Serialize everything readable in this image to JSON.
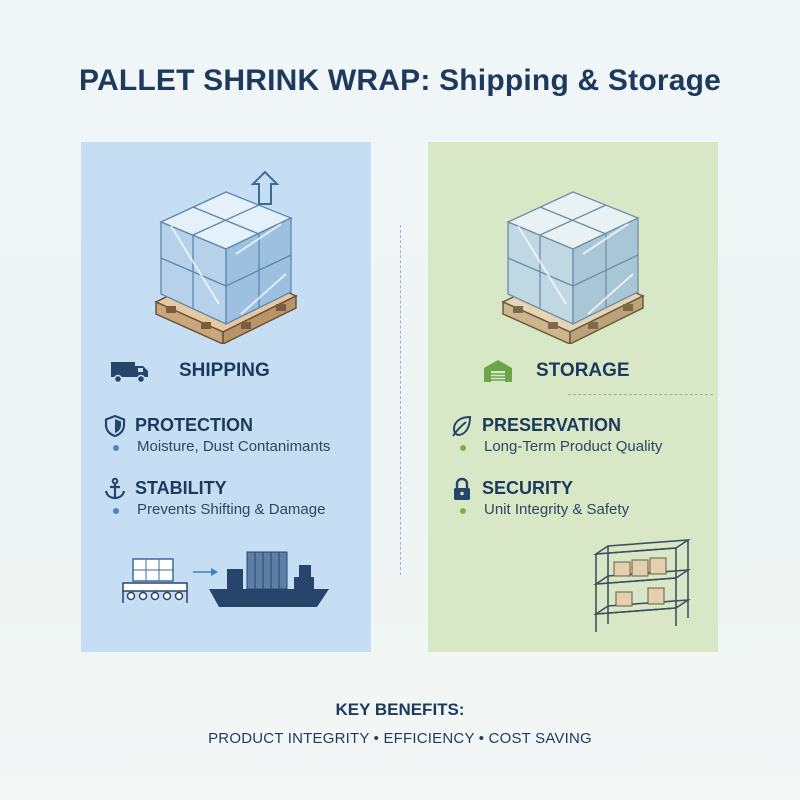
{
  "title": "PALLET SHRINK WRAP: Shipping & Storage",
  "shipping": {
    "heading": "SHIPPING",
    "features": [
      {
        "title": "PROTECTION",
        "text": "Moisture, Dust Contanimants"
      },
      {
        "title": "STABILITY",
        "text": "Prevents Shifting & Damage"
      }
    ]
  },
  "storage": {
    "heading": "STORAGE",
    "features": [
      {
        "title": "PRESERVATION",
        "text": "Long-Term Product Quality"
      },
      {
        "title": "SECURITY",
        "text": "Unit Integrity & Safety"
      }
    ]
  },
  "benefits": {
    "title": "KEY BENEFITS:",
    "list": "PRODUCT INTEGRITY • EFFICIENCY • COST SAVING"
  },
  "colors": {
    "shipping_panel": "#c6def3",
    "storage_panel": "#d8e8c7",
    "navy": "#1d3a5c",
    "shipping_accent": "#4a86c5",
    "storage_accent": "#7bb04d"
  },
  "icons": {
    "shipping": "truck-icon",
    "storage": "warehouse-icon",
    "protection": "shield-icon",
    "stability": "anchor-icon",
    "preservation": "leaf-icon",
    "security": "lock-icon"
  }
}
